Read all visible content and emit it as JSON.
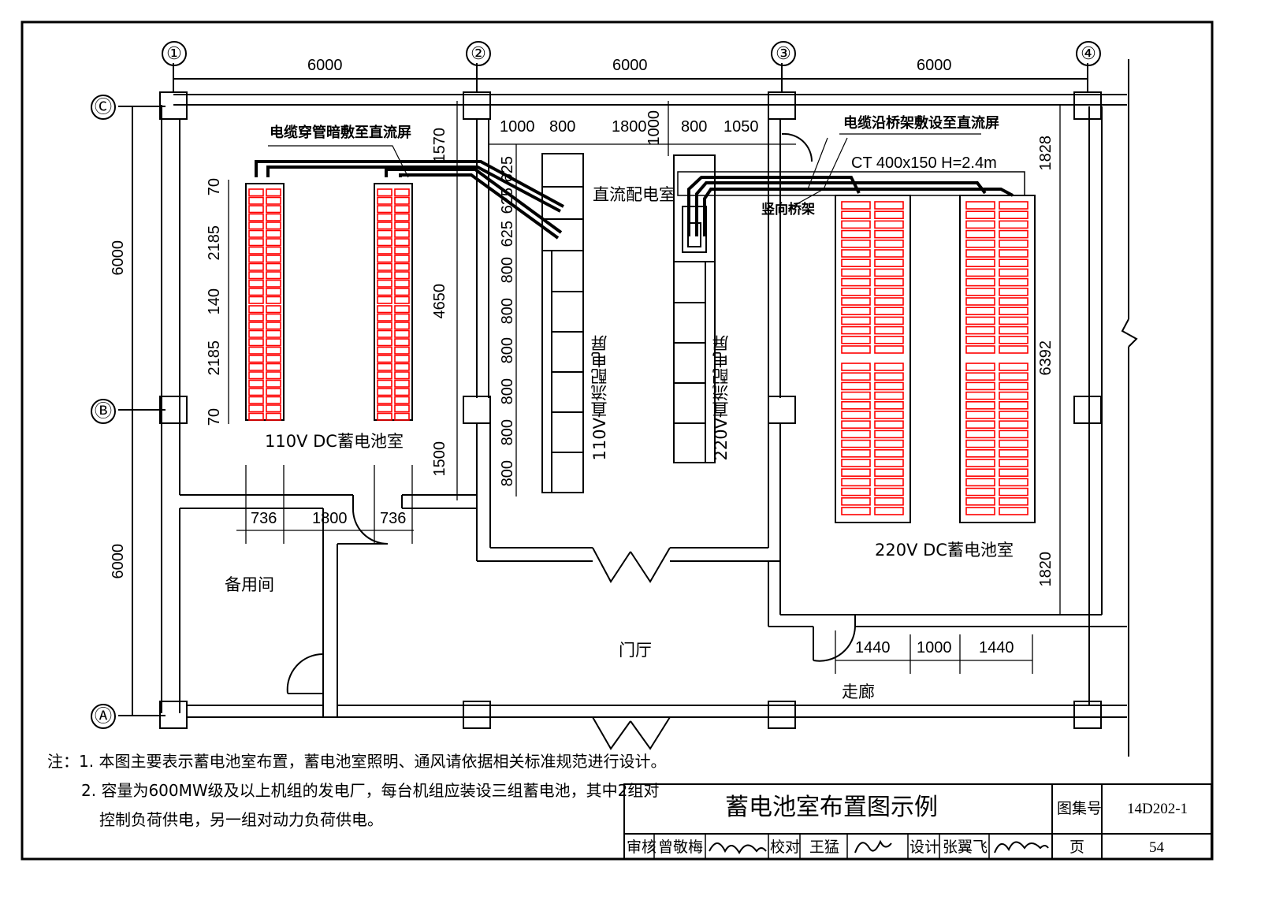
{
  "title_block": {
    "drawing_title": "蓄电池室布置图示例",
    "atlas_label": "图集号",
    "atlas_no": "14D202-1",
    "page_label": "页",
    "page_no": "54",
    "review_label": "审核",
    "reviewer": "曾敬梅",
    "check_label": "校对",
    "checker": "王猛",
    "design_label": "设计",
    "designer": "张翼飞"
  },
  "axes": {
    "a1": "①",
    "a2": "②",
    "a3": "③",
    "a4": "④",
    "rA": "Ⓐ",
    "rB": "Ⓑ",
    "rC": "Ⓒ"
  },
  "rooms": {
    "dc_room": "直流配电室",
    "battery_110": "110V  DC蓄电池室",
    "battery_220": "220V  DC蓄电池室",
    "spare_room": "备用间",
    "hall": "门厅",
    "corridor": "走廊"
  },
  "equipment": {
    "panel_110": "110V直流配电屏",
    "panel_220": "220V直流配电屏",
    "cable_conduit": "电缆穿管暗敷至直流屏",
    "cable_tray": "电缆沿桥架敷设至直流屏",
    "tray_spec": "CT  400x150  H=2.4m",
    "vertical_tray": "竖向桥架"
  },
  "dimensions": {
    "bay": "6000",
    "d1000": "1000",
    "d800": "800",
    "d1800": "1800",
    "d1050": "1050",
    "d1570": "1570",
    "d625": "625",
    "d4650": "4650",
    "d1500": "1500",
    "d70": "70",
    "d2185": "2185",
    "d140": "140",
    "d736": "736",
    "d1828": "1828",
    "d6392": "6392",
    "d1820": "1820",
    "d1440": "1440"
  },
  "notes": {
    "n1": "注：1.  本图主要表示蓄电池室布置，蓄电池室照明、通风请依据相关标准规范进行设计。",
    "n2a": "2.  容量为600MW级及以上机组的发电厂，每台机组应装设三组蓄电池，其中2组对",
    "n2b": "控制负荷供电，另一组对动力负荷供电。"
  },
  "colors": {
    "battery": "#ff0000",
    "line": "#000000"
  }
}
